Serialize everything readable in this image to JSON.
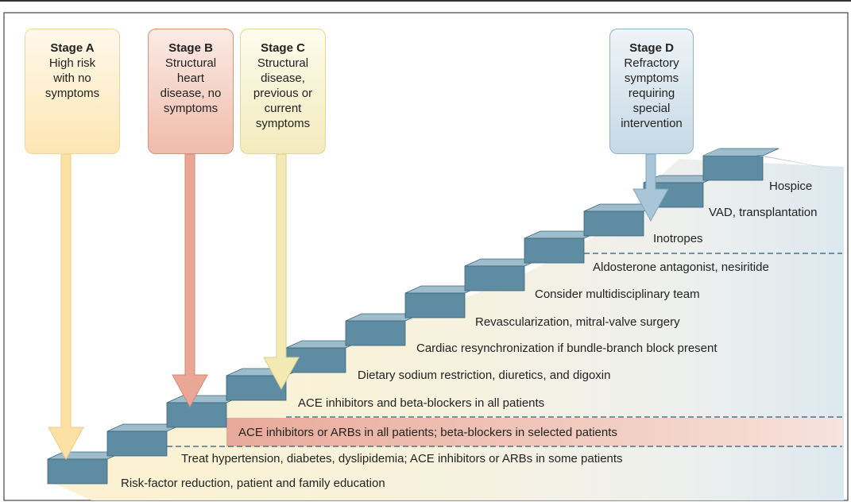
{
  "stages": [
    {
      "title": "Stage A",
      "description": "High risk with no symptoms"
    },
    {
      "title": "Stage B",
      "description": "Structural heart disease, no symptoms"
    },
    {
      "title": "Stage C",
      "description": "Structural disease, previous or current symptoms"
    },
    {
      "title": "Stage D",
      "description": "Refractory symptoms requiring special intervention"
    }
  ],
  "steps": [
    "Risk-factor reduction, patient and family education",
    "Treat hypertension, diabetes, dyslipidemia; ACE inhibitors or ARBs in some patients",
    "ACE inhibitors or ARBs in all patients; beta-blockers in selected patients",
    "ACE inhibitors and beta-blockers in all patients",
    "Dietary sodium restriction, diuretics, and digoxin",
    "Cardiac resynchronization if bundle-branch block present",
    "Revascularization, mitral-valve surgery",
    "Consider multidisciplinary team",
    "Aldosterone antagonist, nesiritide",
    "Inotropes",
    "VAD, transplantation",
    "Hospice"
  ],
  "colors": {
    "stage_a": "#fde7b5",
    "stage_b": "#f2c2b3",
    "stage_c": "#f7f0c5",
    "stage_d": "#d3e2ec",
    "step_top": "#9dbdcc",
    "step_riser": "#5e8da3",
    "step_side": "#466f83"
  }
}
